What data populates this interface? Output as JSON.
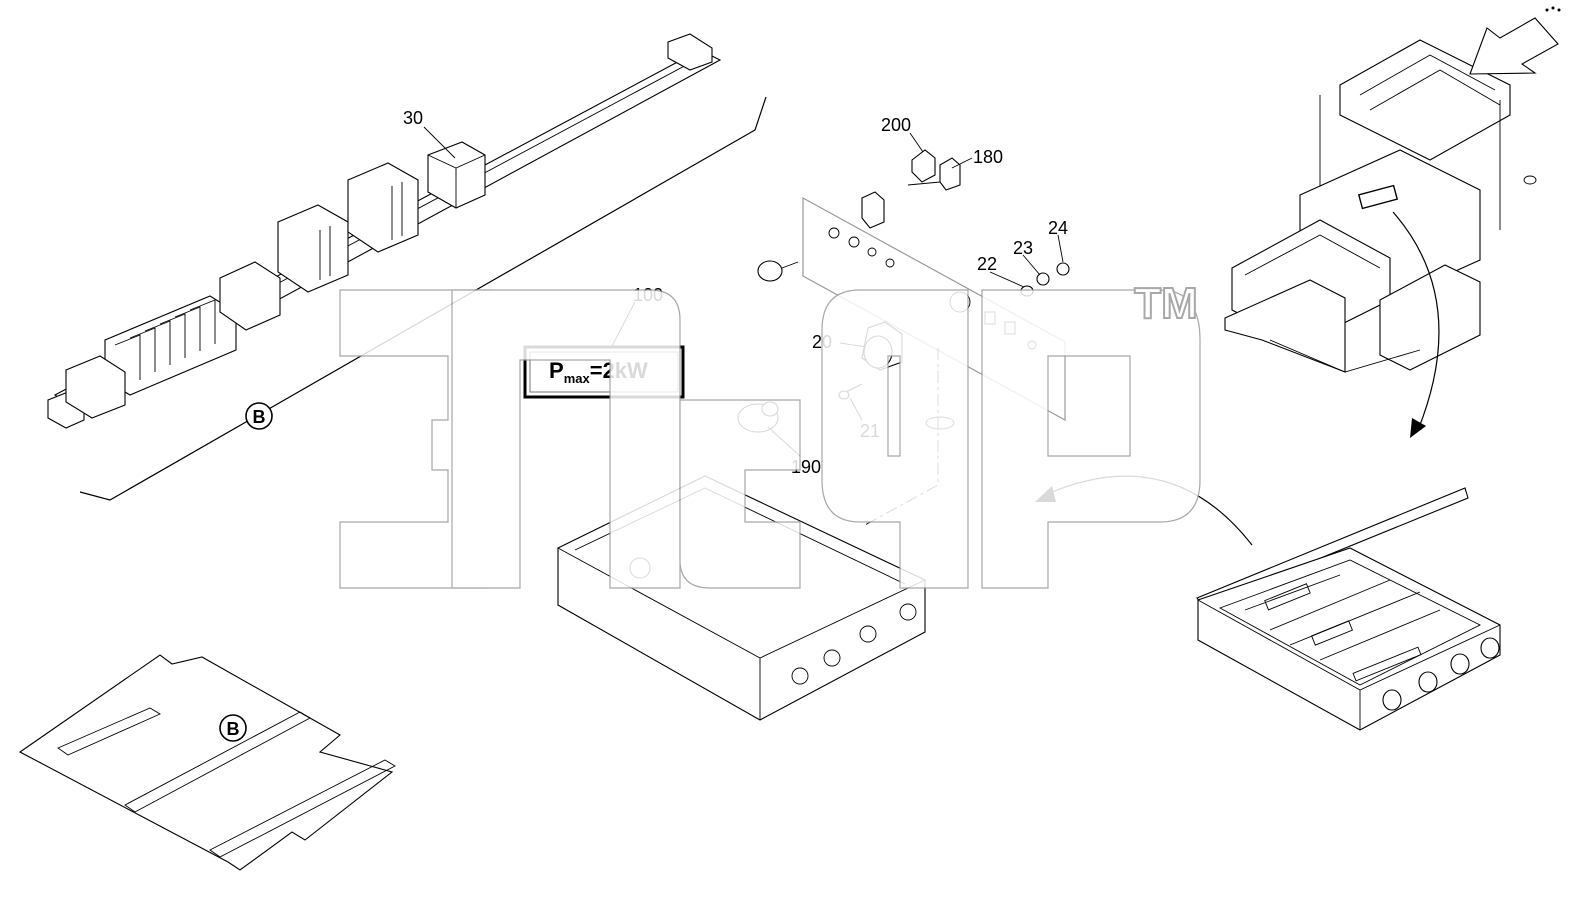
{
  "callouts": {
    "c30": "30",
    "c200": "200",
    "c180": "180",
    "c24": "24",
    "c23": "23",
    "c22": "22",
    "c100": "100",
    "c20": "20",
    "c21": "21",
    "c190": "190"
  },
  "ref_marker": "B",
  "power_label": {
    "main": "P",
    "subscript": "max",
    "value": "=2kW"
  },
  "watermark": {
    "trademark": "TM"
  }
}
